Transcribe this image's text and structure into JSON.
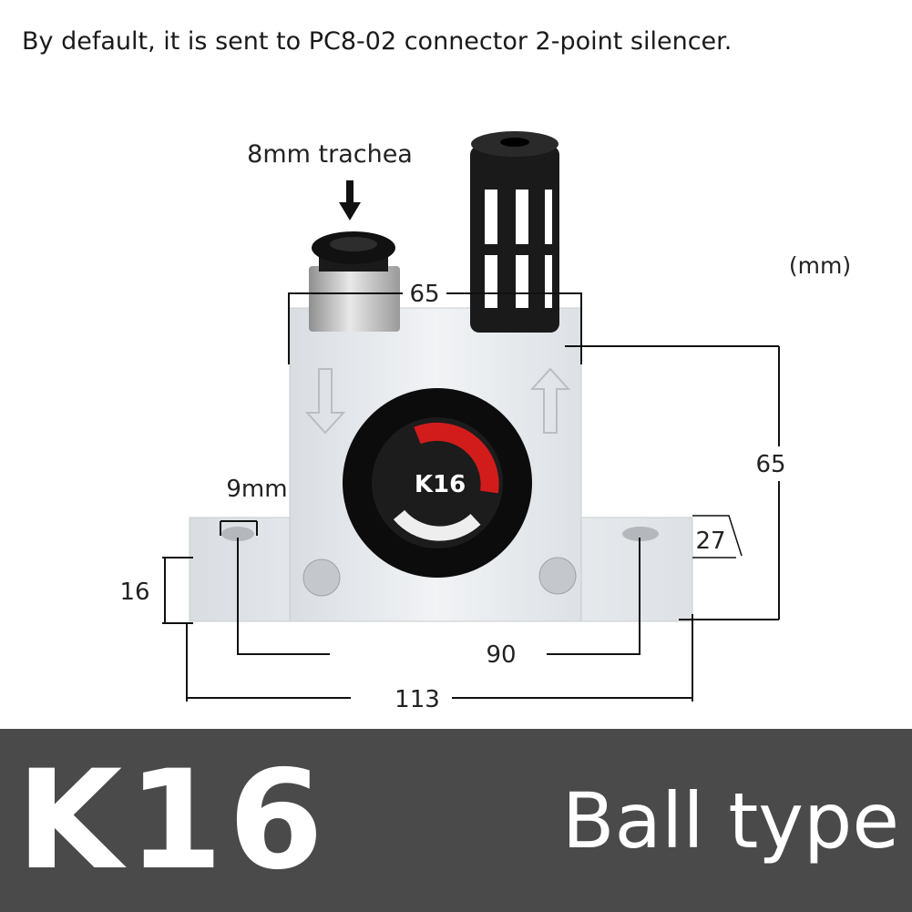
{
  "caption": "By default, it is sent to PC8-02 connector 2-point silencer.",
  "figure": {
    "trachea_label": "8mm trachea",
    "unit_label": "(mm)",
    "body_label": "K16",
    "dimensions": {
      "top_width": "65",
      "height": "65",
      "hole": "9mm",
      "base_height": "16",
      "base_depth": "27",
      "hole_spacing": "90",
      "total_length": "113"
    }
  },
  "banner": {
    "model": "K16",
    "type": "Ball type"
  }
}
